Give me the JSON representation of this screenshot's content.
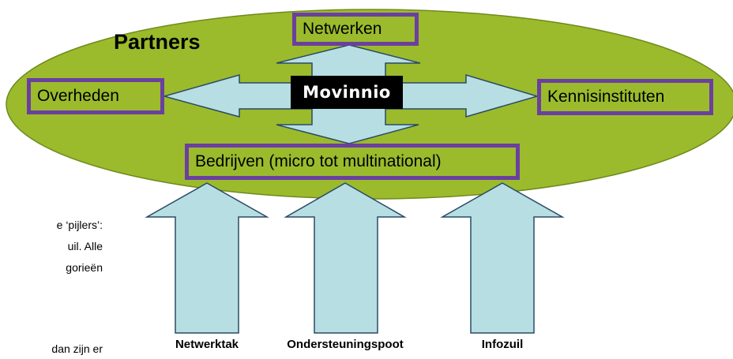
{
  "colors": {
    "ellipse_fill": "#9bbb2c",
    "ellipse_stroke": "#6f8a1c",
    "arrow_fill": "#b7dfe3",
    "box_border": "#6b3fa0",
    "center_bg": "#000000"
  },
  "diagram": {
    "title": "Partners",
    "center": "Movinnio",
    "boxes": {
      "top": "Netwerken",
      "left": "Overheden",
      "right": "Kennisinstituten",
      "bottom": "Bedrijven (micro tot multinational)"
    },
    "pillars": [
      "Netwerktak",
      "Ondersteuningspoot",
      "Infozuil"
    ]
  },
  "side_text": [
    "e ‘pijlers’:",
    "uil. Alle",
    "gorieën",
    "dan zijn er"
  ]
}
